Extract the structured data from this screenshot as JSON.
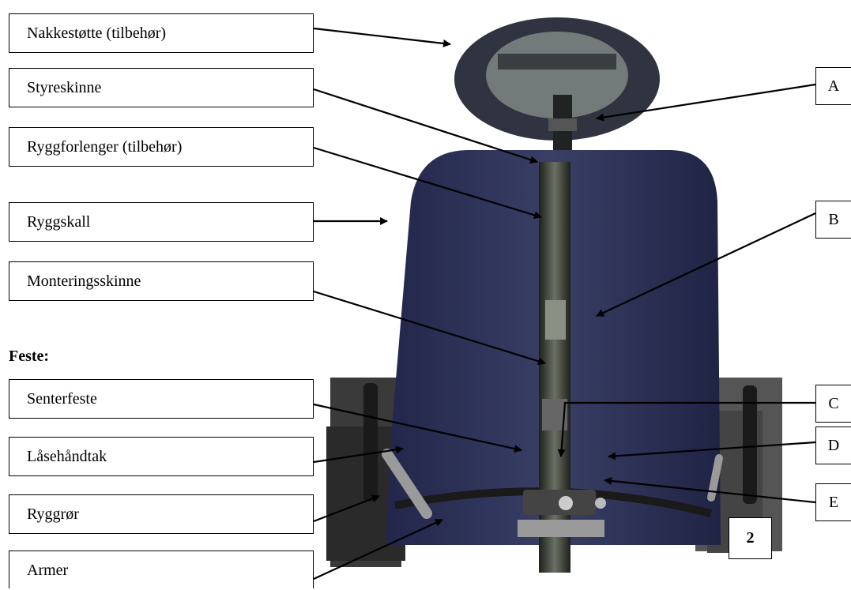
{
  "labels": {
    "nakkestotte": "Nakkestøtte (tilbehør)",
    "styreskinne": "Styreskinne",
    "ryggforlenger": "Ryggforlenger (tilbehør)",
    "ryggskall": "Ryggskall",
    "monteringsskinne": "Monteringsskinne",
    "senterfeste": "Senterfeste",
    "lasehandtak": "Låsehåndtak",
    "ryggror": "Ryggrør",
    "armer": "Armer"
  },
  "section_heading": "Feste:",
  "letters": {
    "a": "A",
    "b": "B",
    "c": "C",
    "d": "D",
    "e": "E"
  },
  "figure_number": "2",
  "colors": {
    "cushion": "#2b2f52",
    "metal": "#30362e",
    "headrest": "#2f3440",
    "background": "#ffffff"
  }
}
